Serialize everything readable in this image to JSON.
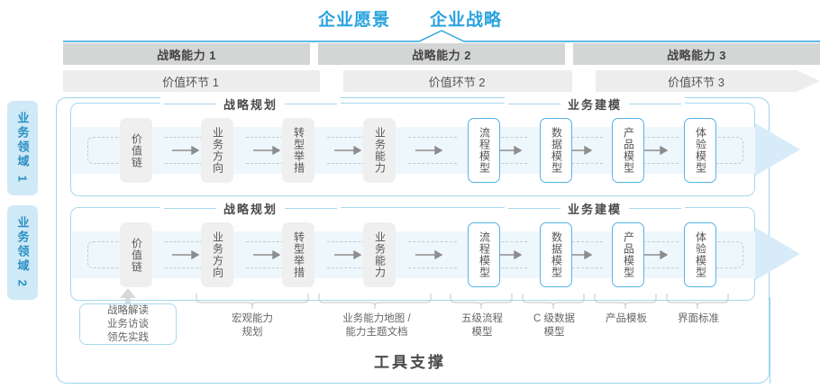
{
  "header": {
    "vision": "企业愿景",
    "strategy": "企业战略"
  },
  "capabilities": [
    {
      "label": "战略能力 1"
    },
    {
      "label": "战略能力 2"
    },
    {
      "label": "战略能力 3"
    }
  ],
  "value_links": [
    {
      "label": "价值环节 1"
    },
    {
      "label": "价值环节 2"
    },
    {
      "label": "价值环节 3"
    }
  ],
  "domains": [
    {
      "label": "业务领域 1"
    },
    {
      "label": "业务领域 2"
    }
  ],
  "sections": [
    {
      "label": "战略规划"
    },
    {
      "label": "业务建模"
    }
  ],
  "nodes": [
    {
      "label": "价值链",
      "style": "grey"
    },
    {
      "label": "业务方向",
      "style": "grey"
    },
    {
      "label": "转型举措",
      "style": "grey"
    },
    {
      "label": "业务能力",
      "style": "grey"
    },
    {
      "label": "流程模型",
      "style": "blue"
    },
    {
      "label": "数据模型",
      "style": "blue"
    },
    {
      "label": "产品模型",
      "style": "blue"
    },
    {
      "label": "体验模型",
      "style": "blue"
    }
  ],
  "tools": [
    {
      "label": "战略解读\n业务访谈\n领先实践",
      "boxed": true
    },
    {
      "label": "宏观能力\n规划",
      "boxed": false
    },
    {
      "label": "业务能力地图 /\n能力主题文档",
      "boxed": false
    },
    {
      "label": "五级流程\n模型",
      "boxed": false
    },
    {
      "label": "C 级数据\n模型",
      "boxed": false
    },
    {
      "label": "产品模板",
      "boxed": false
    },
    {
      "label": "界面标准",
      "boxed": false
    }
  ],
  "footer": {
    "title": "工具支撑"
  },
  "colors": {
    "accent_blue": "#2aa3df",
    "node_blue_border": "#56b4e4",
    "band_blue": "#eef7fc",
    "bar_grey": "#d4d6d5",
    "chevron_grey": "#ededed",
    "domain_chip": "#cfe9f7"
  }
}
